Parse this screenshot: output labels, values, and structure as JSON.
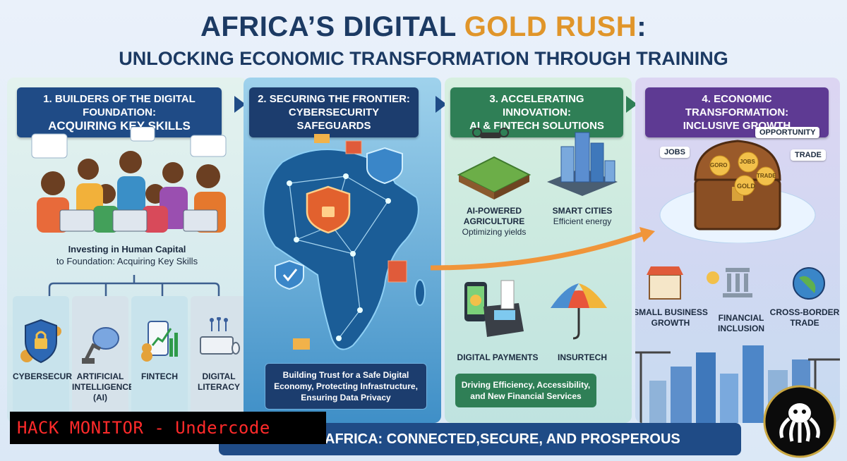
{
  "title": {
    "line1_prefix": "AFRICA’S DIGITAL ",
    "line1_highlight": "GOLD RUSH",
    "line1_suffix": ":",
    "line2": "UNLOCKING ECONOMIC TRANSFORMATION THROUGH TRAINING"
  },
  "panels": {
    "p1": {
      "head_line1": "1. BUILDERS OF THE DIGITAL FOUNDATION:",
      "head_line2": "ACQUIRING KEY SKILLS",
      "caption_line1": "Investing in Human Capital",
      "caption_line2": "to Foundation: Acquiring Key Skills",
      "skills": [
        {
          "label_line1": "CYBERSECURITY",
          "label_line2": "",
          "label_line3": "",
          "icon": "shield-lock-icon"
        },
        {
          "label_line1": "ARTIFICIAL",
          "label_line2": "INTELLIGENCE",
          "label_line3": "(AI)",
          "icon": "brain-robot-icon"
        },
        {
          "label_line1": "FINTECH",
          "label_line2": "",
          "label_line3": "",
          "icon": "phone-coins-icon"
        },
        {
          "label_line1": "DIGITAL",
          "label_line2": "LITERACY",
          "label_line3": "",
          "icon": "keyboard-icon"
        }
      ]
    },
    "p2": {
      "head_line1": "2. SECURING THE FRONTIER:",
      "head_line2": "CYBERSECURITY SAFEGUARDS",
      "box_line1": "Building Trust for a Safe Digital",
      "box_line2": "Economy, Protecting Infrastructure,",
      "box_line3": "Ensuring Data Privacy"
    },
    "p3": {
      "head_line1": "3. ACCELERATING INNOVATION:",
      "head_line2": "AI & FINTECH SOLUTIONS",
      "agri_line1": "AI-POWERED",
      "agri_line2": "AGRICULTURE",
      "agri_line3": "Optimizing yields",
      "cities_line1": "SMART CITIES",
      "cities_line2": "Efficient energy",
      "payments": "DIGITAL PAYMENTS",
      "insurtech": "INSURTECH",
      "box_line1": "Driving Efficiency, Accessibility,",
      "box_line2": "and New Financial Services"
    },
    "p4": {
      "head_line1": "4. ECONOMIC TRANSFORMATION:",
      "head_line2": "INCLUSIVE GROWTH",
      "tags": {
        "opportunity": "OPPORTUNITY",
        "jobs": "JOBS",
        "trade": "TRADE"
      },
      "coins": {
        "c1": "GORO",
        "c2": "JOBS",
        "c3": "TRADE",
        "c4": "GOLD"
      },
      "outcomes": {
        "small_line1": "SMALL BUSINESS",
        "small_line2": "GROWTH",
        "fin_line1": "FINANCIAL",
        "fin_line2": "INCLUSION",
        "cross_line1": "CROSS-BORDER",
        "cross_line2": "TRADE"
      }
    }
  },
  "banner": "AFRICA: CONNECTED,SECURE, AND PROSPEROUS",
  "watermark": "HACK MONITOR - Undercode",
  "colors": {
    "navy": "#1c3a63",
    "gold": "#e0952a",
    "blue_head": "#1f4b86",
    "green_head": "#2f7f56",
    "purple_head": "#5e3a93",
    "watermark_red": "#ff2a2a"
  }
}
